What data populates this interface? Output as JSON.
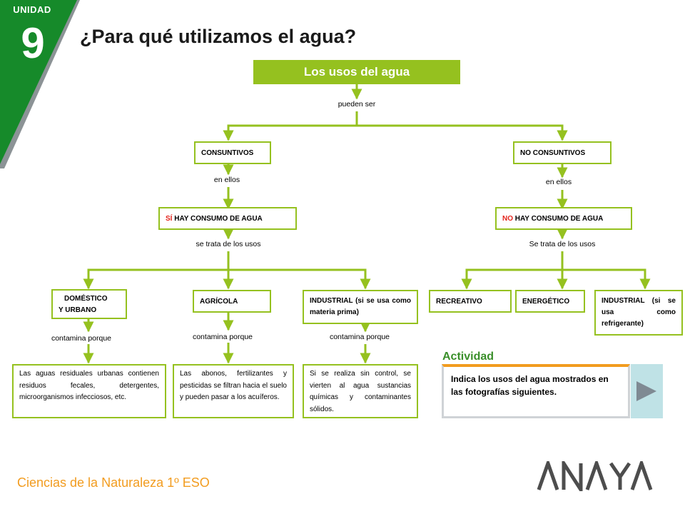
{
  "unit": {
    "label": "UNIDAD",
    "number": "9"
  },
  "title": "¿Para qué utilizamos el agua?",
  "root": "Los usos del agua",
  "connectors": {
    "root_to_split": "pueden ser",
    "consuntivos_to_si": "en ellos",
    "noconsuntivos_to_no": "en ellos",
    "si_to_uses": "se trata de los usos",
    "no_to_uses": "Se trata de los usos",
    "domestico_to_desc": "contamina porque",
    "agricola_to_desc": "contamina porque",
    "industrial_to_desc": "contamina porque"
  },
  "categories": {
    "consuntivos": "CONSUNTIVOS",
    "no_consuntivos": "NO CONSUNTIVOS",
    "si_prefix": "SÍ",
    "si_rest": " HAY CONSUMO DE AGUA",
    "no_prefix": "NO",
    "no_rest": " HAY CONSUMO DE AGUA"
  },
  "uses": {
    "domestico_line1": "DOMÉSTICO",
    "domestico_line2": "Y URBANO",
    "agricola": "AGRÍCOLA",
    "industrial_consumo": "INDUSTRIAL (si se usa como materia prima)",
    "recreativo": "RECREATIVO",
    "energetico": "ENERGÉTICO",
    "industrial_no_consumo": "INDUSTRIAL (si se usa como refrigerante)"
  },
  "descriptions": {
    "domestico": "Las aguas residuales urbanas contienen residuos fecales, detergentes, microorganismos infecciosos, etc.",
    "agricola": "Las abonos, fertilizantes y pesticidas se filtran hacia el suelo y pueden pasar a los acuíferos.",
    "industrial": "Si se realiza sin control, se vierten al agua sustancias químicas y contaminantes sólidos."
  },
  "activity": {
    "title": "Actividad",
    "text": "Indica los usos del agua mostrados en las fotografías siguientes."
  },
  "footer": "Ciencias de la Naturaleza 1º ESO",
  "brand": "ANAYA",
  "colors": {
    "accent_green": "#95c11f",
    "badge_green": "#168a2a",
    "highlight_red": "#e3231a",
    "footer_orange": "#f29c1f",
    "arrow_gray": "#7f8a93"
  }
}
